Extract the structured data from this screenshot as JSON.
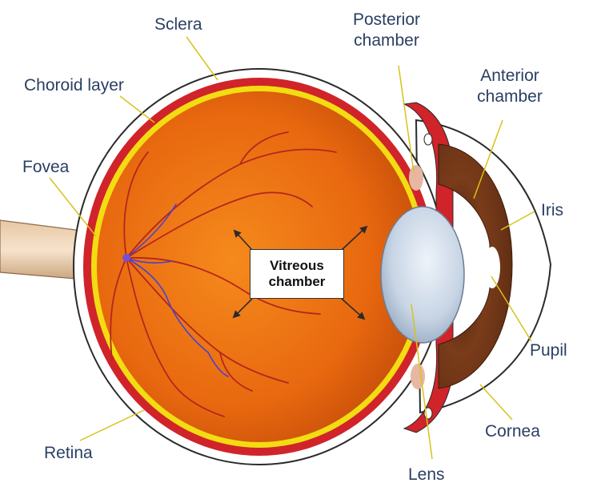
{
  "labels": {
    "sclera": "Sclera",
    "posterior_chamber_line1": "Posterior",
    "posterior_chamber_line2": "chamber",
    "choroid_layer": "Choroid layer",
    "anterior_chamber_line1": "Anterior",
    "anterior_chamber_line2": "chamber",
    "fovea": "Fovea",
    "iris": "Iris",
    "vitreous_chamber_line1": "Vitreous",
    "vitreous_chamber_line2": "chamber",
    "pupil": "Pupil",
    "cornea": "Cornea",
    "retina": "Retina",
    "lens": "Lens"
  },
  "colors": {
    "label_text": "#2a3f63",
    "vitreous_fill": "#e8680f",
    "retina_line": "#f2dc12",
    "choroid": "#d0242a",
    "sclera": "#ffffff",
    "outline": "#2b2b2b",
    "artery": "#b5261c",
    "vein": "#4b3fd0",
    "iris": "#6e3519",
    "lens": "#c9d6e6"
  }
}
